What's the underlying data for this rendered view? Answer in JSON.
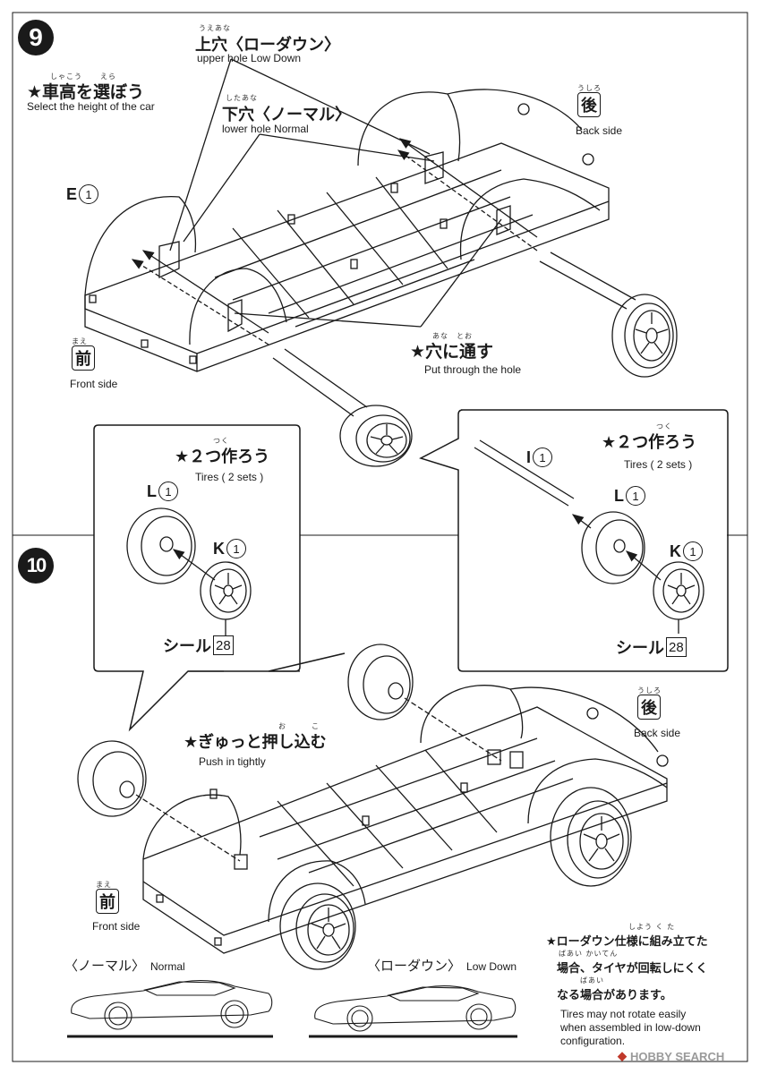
{
  "step9": {
    "number": "9",
    "select": {
      "ruby1": "しゃこう",
      "ruby2": "えら",
      "jp": "★車高を選ぼう",
      "en": "Select the height of the car"
    },
    "upper": {
      "ruby": "うえあな",
      "jp": "上穴〈ローダウン〉",
      "en": "upper hole   Low Down"
    },
    "lower": {
      "ruby": "したあな",
      "jp": "下穴〈ノーマル〉",
      "en": "lower hole   Normal"
    },
    "through": {
      "ruby1": "あな",
      "ruby2": "とお",
      "jp": "★穴に通す",
      "en": "Put through the hole"
    },
    "part_e": {
      "letter": "E",
      "num": "1"
    },
    "back": {
      "ruby": "うしろ",
      "kanji": "後",
      "en": "Back side"
    },
    "front": {
      "ruby": "まえ",
      "kanji": "前",
      "en": "Front side"
    }
  },
  "step10": {
    "number": "10",
    "left_box": {
      "ruby": "つく",
      "jp": "★２つ作ろう",
      "en": "Tires ( 2 sets )",
      "part_l": {
        "letter": "L",
        "num": "1"
      },
      "part_k": {
        "letter": "K",
        "num": "1"
      },
      "seal": {
        "label": "シール",
        "num": "28"
      }
    },
    "right_box": {
      "ruby": "つく",
      "jp": "★２つ作ろう",
      "en": "Tires ( 2 sets )",
      "part_i": {
        "letter": "I",
        "num": "1"
      },
      "part_l": {
        "letter": "L",
        "num": "1"
      },
      "part_k": {
        "letter": "K",
        "num": "1"
      },
      "seal": {
        "label": "シール",
        "num": "28"
      }
    },
    "push": {
      "ruby1": "お",
      "ruby2": "こ",
      "jp": "★ぎゅっと押し込む",
      "en": "Push in tightly"
    },
    "back": {
      "ruby": "うしろ",
      "kanji": "後",
      "en": "Back side"
    },
    "front": {
      "ruby": "まえ",
      "kanji": "前",
      "en": "Front side"
    }
  },
  "bottom": {
    "normal": {
      "jp": "〈ノーマル〉",
      "en": "Normal"
    },
    "lowdown": {
      "jp": "〈ローダウン〉",
      "en": "Low Down"
    },
    "note": {
      "ruby_line1": "しよう   く    た",
      "jp_line1": "★ローダウン仕様に組み立てた",
      "ruby_line2": "ばあい          かいてん",
      "jp_line2": "場合、タイヤが回転しにくく",
      "ruby_line3": "ばあい",
      "jp_line3": "なる場合があります。",
      "en_line1": "Tires may not rotate easily",
      "en_line2": "when assembled in low-down",
      "en_line3": "configuration."
    }
  },
  "watermark": {
    "brand": "HOBBY SEARCH"
  }
}
